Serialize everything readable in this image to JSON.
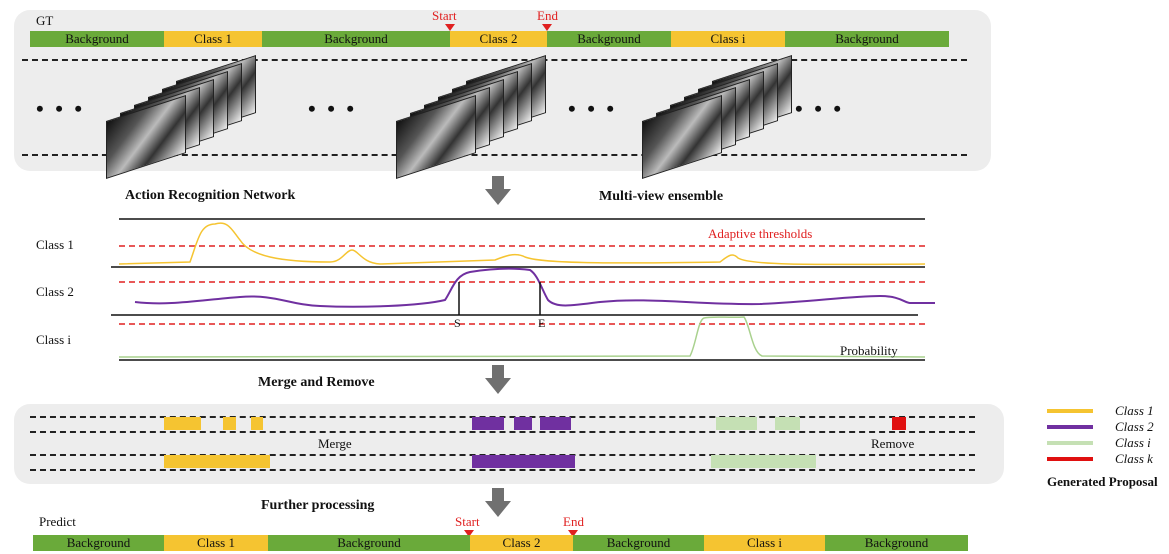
{
  "gt_label": "GT",
  "predict_label": "Predict",
  "start_label": "Start",
  "end_label": "End",
  "gt_segments": [
    "Background",
    "Class 1",
    "Background",
    "Class 2",
    "Background",
    "Class i",
    "Background"
  ],
  "pred_segments": [
    "Background",
    "Class 1",
    "Background",
    "Class 2",
    "Background",
    "Class i",
    "Background"
  ],
  "ellipsis": "• • •",
  "stage_labels": {
    "action_recognition": "Action  Recognition Network",
    "multi_view": "Multi-view ensemble",
    "merge_remove": "Merge and Remove",
    "further": "Further processing"
  },
  "class_rows": [
    "Class 1",
    "Class 2",
    "Class i"
  ],
  "adaptive_thresholds": "Adaptive thresholds",
  "probability": "Probability",
  "s_label": "S",
  "e_label": "E",
  "merge_label": "Merge",
  "remove_label": "Remove",
  "legend": {
    "items": [
      {
        "label": "Class 1",
        "color": "#f5c431"
      },
      {
        "label": "Class 2",
        "color": "#7030a0"
      },
      {
        "label": "Class i",
        "color": "#c5e0b4"
      },
      {
        "label": "Class k",
        "color": "#e01010"
      }
    ],
    "title": "Generated Proposal"
  },
  "colors": {
    "background": "#6aaa3a",
    "class": "#f5c431",
    "class2": "#7030a0",
    "classi": "#c5e0b4",
    "threshold": "#e02020",
    "remove": "#e01010"
  }
}
